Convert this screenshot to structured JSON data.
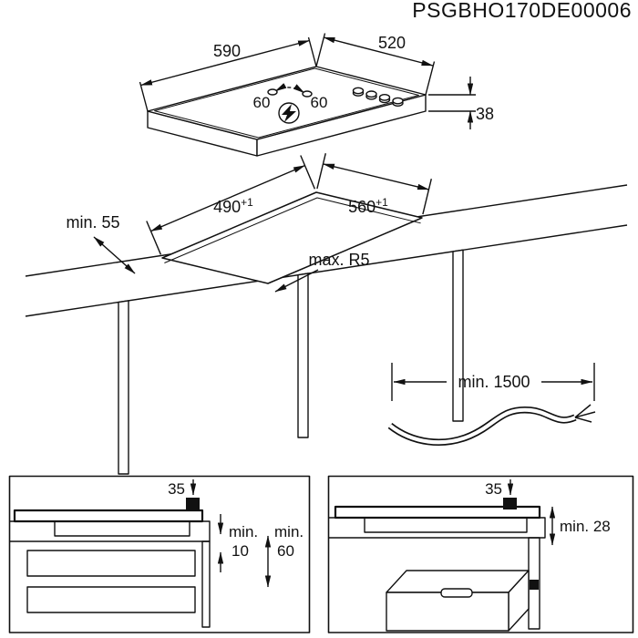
{
  "document": {
    "part_number": "PSGBHO170DE00006"
  },
  "hob_view": {
    "width": "590",
    "depth": "520",
    "height": "38",
    "connection_gap_left": "60",
    "connection_gap_right": "60",
    "power_symbol": "lightning-bolt-icon"
  },
  "cutout_view": {
    "depth": "490",
    "depth_tolerance": "+1",
    "width": "560",
    "width_tolerance": "+1",
    "front_clearance": "min. 55",
    "corner_radius": "max. R5"
  },
  "cable_view": {
    "min_length": "min. 1500"
  },
  "drawer_section": {
    "clamp_offset": "35",
    "gap_label": "min.",
    "gap_value": "10",
    "clearance_label": "min.",
    "clearance_value": "60"
  },
  "oven_section": {
    "clamp_offset": "35",
    "rear_gap": "min. 28"
  }
}
